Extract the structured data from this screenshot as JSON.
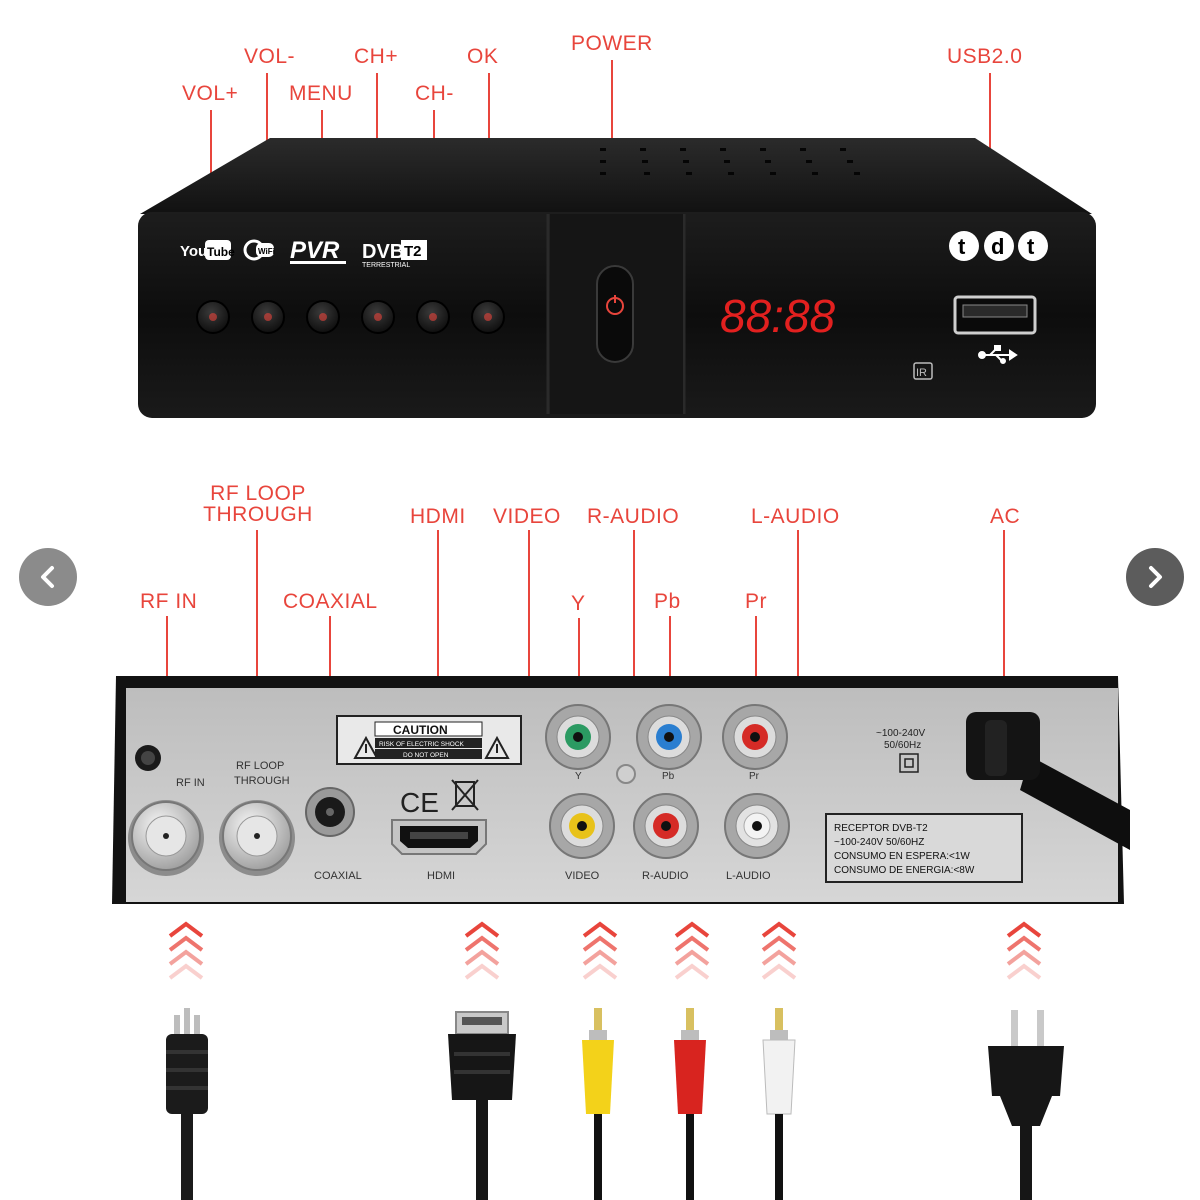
{
  "front": {
    "labels": {
      "vol_plus": "VOL+",
      "vol_minus": "VOL-",
      "menu": "MENU",
      "ch_plus": "CH+",
      "ch_minus": "CH-",
      "ok": "OK",
      "power": "POWER",
      "usb": "USB2.0"
    },
    "logos": {
      "youtube_1": "You",
      "youtube_2": "Tube",
      "wifi": "WiFi",
      "pvr": "PVR",
      "dvb": "DVB",
      "t2": "T2",
      "terrestrial": "TERRESTRIAL",
      "tdt": [
        "t",
        "d",
        "t"
      ]
    },
    "display": "88:88",
    "ir": "IR"
  },
  "rear": {
    "labels": {
      "rf_loop_1": "RF LOOP",
      "rf_loop_2": "THROUGH",
      "hdmi": "HDMI",
      "video": "VIDEO",
      "r_audio": "R-AUDIO",
      "l_audio": "L-AUDIO",
      "ac": "AC",
      "rf_in": "RF IN",
      "coaxial": "COAXIAL",
      "y": "Y",
      "pb": "Pb",
      "pr": "Pr"
    },
    "panel": {
      "rf_in": "RF IN",
      "rf_loop_1": "RF LOOP",
      "rf_loop_2": "THROUGH",
      "coaxial": "COAXIAL",
      "hdmi": "HDMI",
      "video": "VIDEO",
      "r_audio": "R-AUDIO",
      "l_audio": "L-AUDIO",
      "y": "Y",
      "pb": "Pb",
      "pr": "Pr",
      "caution": "CAUTION",
      "caution_sub1": "RISK OF ELECTRIC SHOCK",
      "caution_sub2": "DO NOT OPEN",
      "ce": "CE",
      "voltage_1": "~100-240V",
      "voltage_2": "50/60Hz",
      "info": [
        "RECEPTOR DVB-T2",
        "~100-240V 50/60HZ",
        "CONSUMO EN ESPERA:<1W",
        "CONSUMO DE ENERGIA:<8W"
      ]
    }
  },
  "colors": {
    "label_red": "#e8453c",
    "device_black": "#141414",
    "panel_grey": "#c9c9c9",
    "cable_yellow": "#f3d21a",
    "cable_red": "#d8241f",
    "cable_white": "#f2f2f2"
  },
  "icons": {
    "prev": "chevron-left-icon",
    "next": "chevron-right-icon",
    "power": "power-icon",
    "usb": "usb-icon",
    "warning": "warning-icon",
    "bin": "crossed-bin-icon"
  }
}
